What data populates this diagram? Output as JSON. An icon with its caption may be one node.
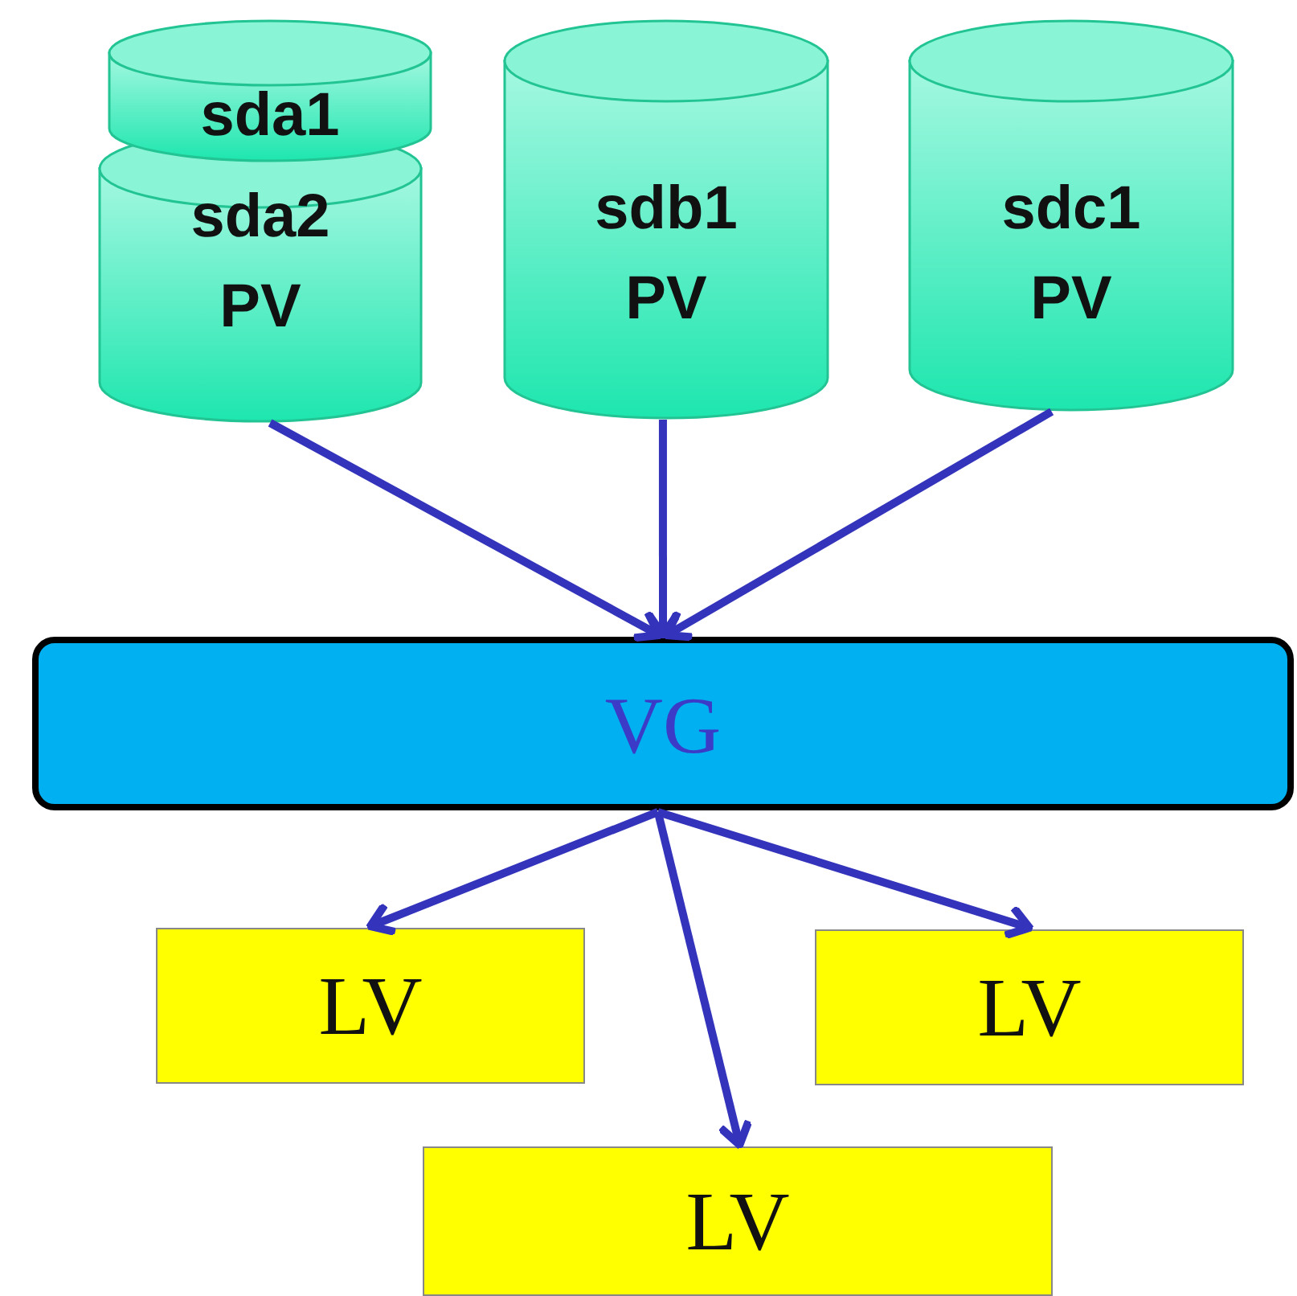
{
  "diagram": {
    "nodes": [
      {
        "text": [
          "sda1"
        ]
      },
      {
        "text": [
          "sda2 PV"
        ]
      },
      {
        "text": [
          "sdb1 PV"
        ]
      },
      {
        "text": [
          "sdc1 PV"
        ]
      },
      {
        "text": [
          "VG"
        ]
      },
      {
        "text": [
          "LV"
        ]
      },
      {
        "text": [
          "LV"
        ]
      },
      {
        "text": [
          "LV"
        ]
      }
    ],
    "edges": [
      {
        "from": 1,
        "to": 4,
        "arrow": "to"
      },
      {
        "from": 2,
        "to": 4,
        "arrow": "to"
      },
      {
        "from": 3,
        "to": 4,
        "arrow": "to"
      },
      {
        "from": 4,
        "to": 5,
        "arrow": "to"
      },
      {
        "from": 4,
        "to": 7,
        "arrow": "to"
      },
      {
        "from": 4,
        "to": 6,
        "arrow": "to"
      }
    ]
  }
}
